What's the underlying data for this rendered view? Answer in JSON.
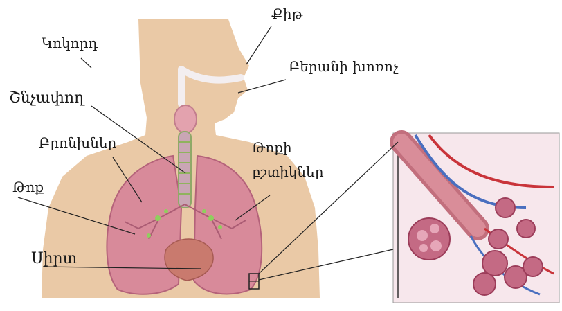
{
  "labels": {
    "nose": "Քիթ",
    "larynx": "Կոկորդ",
    "mouth": "Բերանի խոռոչ",
    "trachea": "Շնչափող",
    "bronchi": "Բրոնխներ",
    "alveoli_line1": "Թոքի",
    "alveoli_line2": "բշտիկներ",
    "lung": "Թոք",
    "heart": "Սիրտ"
  },
  "colors": {
    "skin": "#eac9a6",
    "lung": "#d88a9a",
    "lung_dark": "#b4627a",
    "trachea": "#c9a6b5",
    "vessel_red": "#c9343a",
    "vessel_blue": "#4a6fbf",
    "inset_bg": "#f7e7ec"
  }
}
